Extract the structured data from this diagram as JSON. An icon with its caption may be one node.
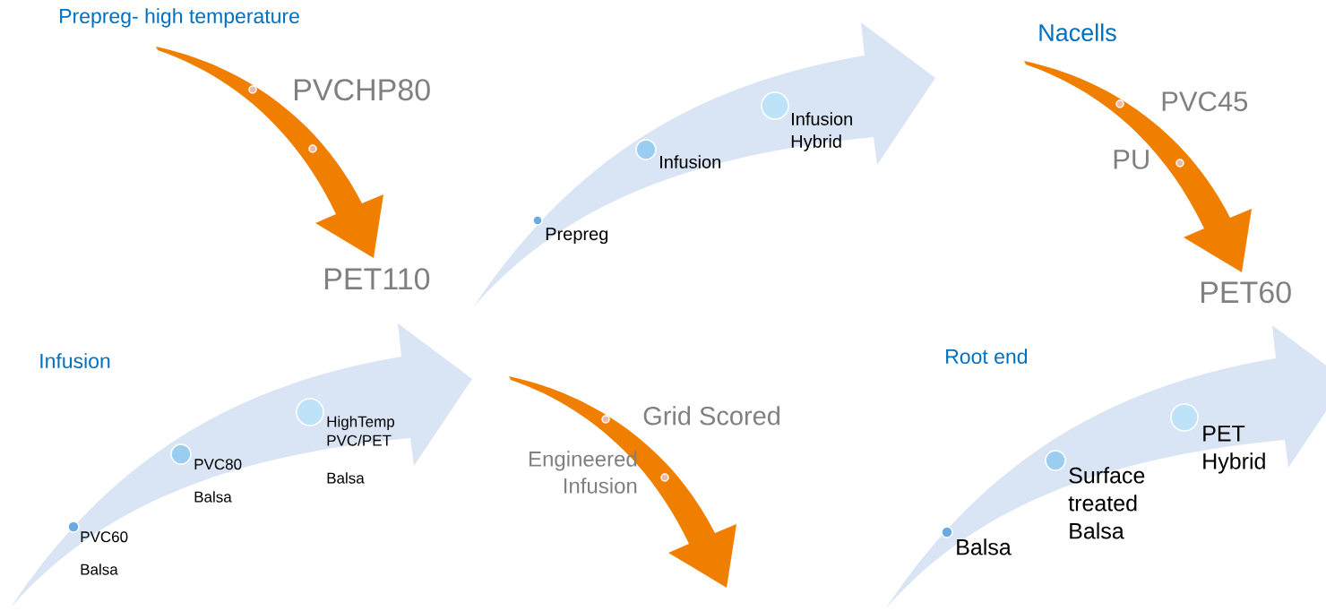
{
  "diagram": {
    "labels": [
      "Prepreg- high temperature",
      "PVCHP80",
      "PET110",
      "Prepreg",
      "Infusion",
      "Infusion Hybrid",
      "Nacells",
      "PVC45",
      "PU",
      "PET60",
      "Infusion",
      "PVC60",
      "Balsa",
      "PVC80",
      "Balsa",
      "HighTemp PVC/PET",
      "Balsa",
      "Grid Scored",
      "Engineered Infusion",
      "Root end",
      "Balsa",
      "Surface treated Balsa",
      "PET Hybrid"
    ]
  }
}
